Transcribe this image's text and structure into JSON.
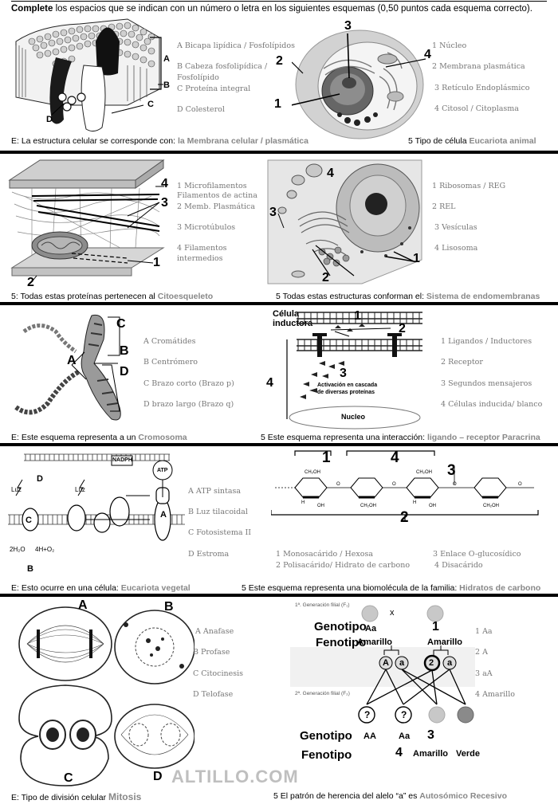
{
  "header": {
    "bold": "Complete",
    "rest": " los espacios que se indican con un número o letra en los siguientes esquemas (0,50 puntos cada esquema correcto)."
  },
  "s1l": {
    "labels": [
      "A Bicapa lipídica / Fosfolípidos",
      "B Cabeza fosfolipídica /",
      "Fosfolípido",
      "C Proteína integral",
      "D Colesterol"
    ],
    "letters": [
      "A",
      "B",
      "C",
      "D"
    ],
    "cap_pre": "E: La estructura celular se corresponde con: ",
    "cap_ans": "la Membrana celular / plasmática"
  },
  "s1r": {
    "labels": [
      "1 Núcleo",
      "2 Membrana plasmática",
      "3 Retículo Endoplásmico",
      "4 Citosol / Citoplasma"
    ],
    "nums": [
      "1",
      "2",
      "3",
      "4"
    ],
    "cap_pre": "5 Tipo de célula ",
    "cap_ans": "Eucariota animal"
  },
  "s2l": {
    "labels": [
      "1 Microfilamentos",
      "Filamentos de actina",
      "2 Memb. Plasmática",
      "3 Microtúbulos",
      "4 Filamentos",
      "intermedios"
    ],
    "nums": [
      "1",
      "2",
      "3",
      "4"
    ],
    "cap_pre": "5: Todas estas proteínas pertenecen al ",
    "cap_ans": "Citoesqueleto"
  },
  "s2r": {
    "labels": [
      "1 Ribosomas / REG",
      "2 REL",
      "3 Vesículas",
      "4 Lisosoma"
    ],
    "nums": [
      "1",
      "2",
      "3",
      "4"
    ],
    "cap_pre": "5 Todas estas estructuras conforman el: ",
    "cap_ans": "Sistema de endomembranas"
  },
  "s3l": {
    "labels": [
      "A Cromátides",
      "B Centrómero",
      "C Brazo corto (Brazo p)",
      "D brazo largo (Brazo q)"
    ],
    "letters": [
      "A",
      "B",
      "C",
      "D"
    ],
    "cap_pre": "E: Este esquema representa a un ",
    "cap_ans": "Cromosoma"
  },
  "s3r": {
    "labels": [
      "1 Ligandos / Inductores",
      "2 Receptor",
      "3 Segundos mensajeros",
      "4 Células inducida/ blanco"
    ],
    "title1": "Célula",
    "title2": "inductora",
    "cascade1": "Activación en cascada",
    "cascade2": "de diversas proteínas",
    "nucleus": "Nucleo",
    "nums": [
      "1",
      "2",
      "3",
      "4"
    ],
    "cap_pre": "5 Este esquema representa una interacción: ",
    "cap_ans": "ligando – receptor Paracrina"
  },
  "s4l": {
    "labels": [
      "A ATP sintasa",
      "B Luz tilacoidal",
      "C Fotosistema II",
      "D Estroma"
    ],
    "diagram_text": [
      "D",
      "B",
      "A",
      "C",
      "NADPH",
      "ATP",
      "2H₂O",
      "4H+O₂",
      "Luz",
      "Luz"
    ],
    "cap_pre": "E: Esto ocurre en una célula: ",
    "cap_ans": "Eucariota vegetal"
  },
  "s4r": {
    "labels": [
      "1 Monosacárido / Hexosa",
      "2 Polisacárido/ Hidrato de carbono",
      "3 Enlace O-glucosídico",
      "4 Disacárido"
    ],
    "nums": [
      "1",
      "4",
      "3",
      "2"
    ],
    "ring_text": [
      "CH₂OH",
      "OH",
      "H",
      "O"
    ],
    "cap_pre": "5 Este esquema representa una biomolécula de la familia: ",
    "cap_ans": "Hidratos de carbono"
  },
  "s5l": {
    "labels": [
      "A Anafase",
      "B Profase",
      "C Citocinesis",
      "D Telofase"
    ],
    "letters": [
      "A",
      "B",
      "C",
      "D"
    ],
    "cap_pre": "E: Tipo de división celular ",
    "cap_ans": "Mitosis"
  },
  "s5r": {
    "labels": [
      "1 Aa",
      "2 A",
      "3 aA",
      "4 Amarillo"
    ],
    "gen1_label": "1ª. Generación filial (F₁)",
    "gen2_label": "2ª. Generación filial (F₂)",
    "genotipo": "Genotipo",
    "fenotipo": "Fenotipo",
    "p_geno": "Aa",
    "p_x": "x",
    "p_num1": "1",
    "amarillo": "Amarillo",
    "g_A": "A",
    "g_a": "a",
    "g_2": "2",
    "q": "?",
    "f2_geno": [
      "AA",
      "Aa"
    ],
    "num3": "3",
    "num4": "4",
    "f2_fenos": [
      "Amarillo",
      "Verde"
    ],
    "colors": {
      "yellow": "#c8c8c8",
      "green": "#8a8a8a"
    },
    "cap_pre": "5 El patrón de herencia del alelo “a” es ",
    "cap_ans": "Autosómico Recesivo"
  },
  "watermark": "ALTILLO.COM"
}
